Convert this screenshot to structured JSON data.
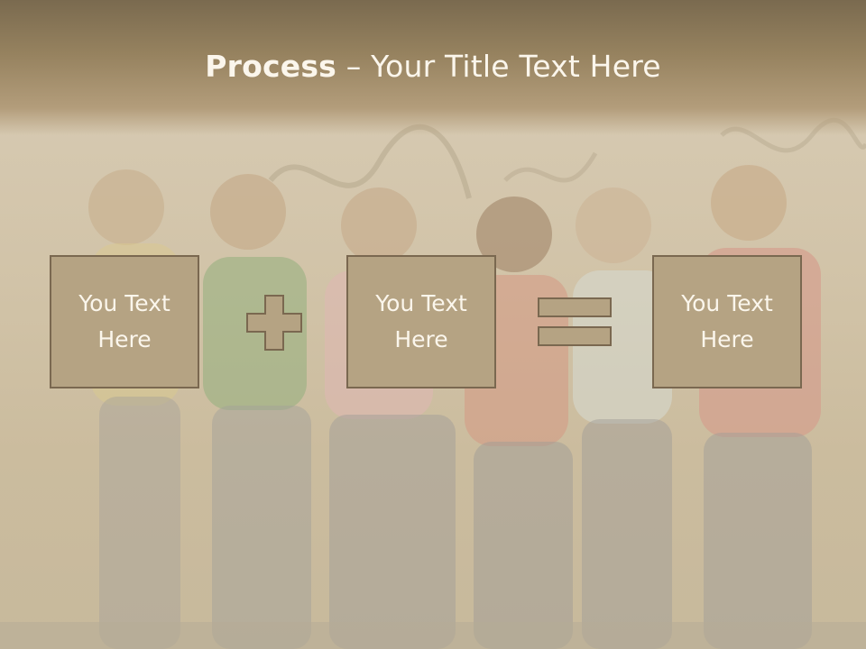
{
  "slide": {
    "title_bold": "Process",
    "title_rest": " – Your Title Text Here",
    "boxes": [
      {
        "label": "You Text Here"
      },
      {
        "label": "You Text Here"
      },
      {
        "label": "You Text Here"
      }
    ],
    "operators": [
      "plus-icon",
      "equals-icon"
    ],
    "colors": {
      "title_band": "#96825f",
      "box_fill": "#b5a383",
      "box_border": "#7a6850",
      "text": "#fbf6ec"
    }
  }
}
